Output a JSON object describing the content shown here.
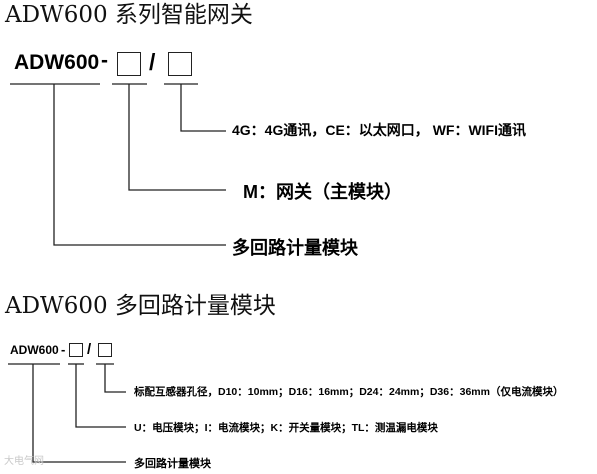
{
  "diagram1": {
    "title": "ADW600 系列智能网关",
    "model": "ADW600",
    "dash": "-",
    "slash": "/",
    "label_comm": "4G：4G通讯，CE：以太网口， WF：WIFI通讯",
    "label_main": "M：网关（主模块）",
    "label_meter": "多回路计量模块"
  },
  "diagram2": {
    "title": "ADW600 多回路计量模块",
    "model": "ADW600",
    "dash": "-",
    "slash": "/",
    "label_ct": "标配互感器孔径，D10：10mm；D16：16mm；D24：24mm；D36：36mm（仅电流模块）",
    "label_type": "U：电压模块；I：电流模块；K：开关量模块；TL：测温漏电模块",
    "label_meter": "多回路计量模块"
  },
  "watermark": "大电气网"
}
